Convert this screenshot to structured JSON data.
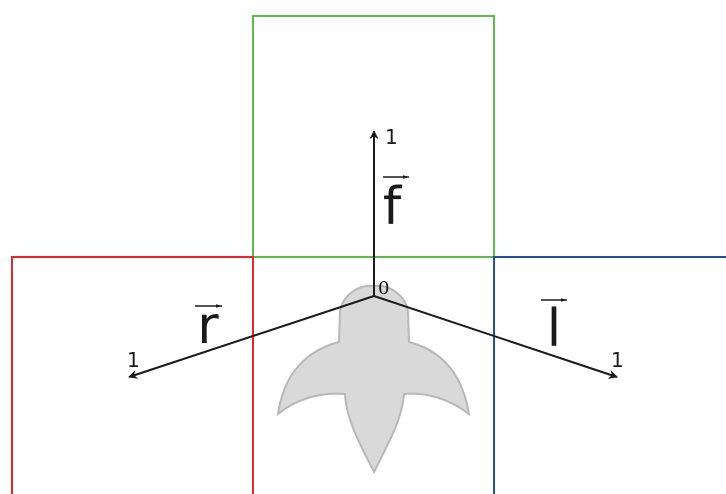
{
  "colors": {
    "front_box": "#5dbb4a",
    "right_box": "#e5262b",
    "left_box": "#1f4fa0",
    "axis": "#1a1a1a",
    "silhouette_fill": "#d9d9d9",
    "silhouette_stroke": "#b8b8b8"
  },
  "vectors": {
    "front": {
      "name": "f",
      "tip_label": "1"
    },
    "right": {
      "name": "r",
      "tip_label": "1"
    },
    "left": {
      "name": "l",
      "tip_label": "1"
    }
  },
  "origin_label": "0",
  "icons": {
    "silhouette": "bird-silhouette-icon"
  }
}
